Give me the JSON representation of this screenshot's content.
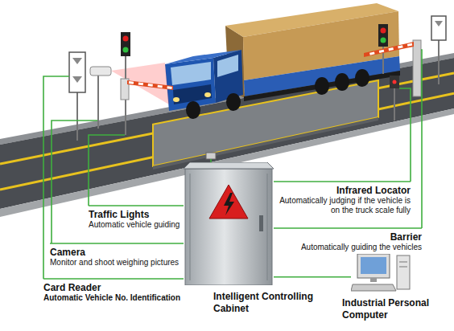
{
  "diagram": {
    "nodes": [
      {
        "text": [
          "Infrared Locator",
          "Automatically judging if the vehicle is on the truck scale fully"
        ]
      },
      {
        "text": [
          "Traffic Lights",
          "Automatic vehicle guiding"
        ]
      },
      {
        "text": [
          "Barrier",
          "Automatically guiding the vehicles"
        ]
      },
      {
        "text": [
          "Camera",
          "Monitor and shoot weighing pictures"
        ]
      },
      {
        "text": [
          "Card Reader",
          "Automatic Vehicle No. Identification"
        ]
      },
      {
        "text": [
          "Intelligent Controlling Cabinet"
        ]
      },
      {
        "text": [
          "Industrial Personal Computer"
        ]
      }
    ],
    "edges": [
      {
        "from": 5,
        "to": 0,
        "arrow": "none"
      },
      {
        "from": 5,
        "to": 1,
        "arrow": "none"
      },
      {
        "from": 5,
        "to": 2,
        "arrow": "none"
      },
      {
        "from": 5,
        "to": 3,
        "arrow": "none"
      },
      {
        "from": 5,
        "to": 4,
        "arrow": "none"
      },
      {
        "from": 5,
        "to": 6,
        "arrow": "none"
      }
    ]
  }
}
